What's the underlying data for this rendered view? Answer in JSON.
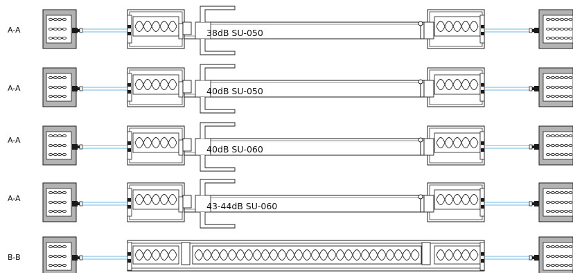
{
  "sections": [
    {
      "section_label": "A-A",
      "spec_label": "38dB SU-050",
      "type": "door"
    },
    {
      "section_label": "A-A",
      "spec_label": "40dB SU-050",
      "type": "door"
    },
    {
      "section_label": "A-A",
      "spec_label": "40dB SU-060",
      "type": "door"
    },
    {
      "section_label": "A-A",
      "spec_label": "43-44dB SU-060",
      "type": "door"
    },
    {
      "section_label": "B-B",
      "spec_label": "",
      "type": "fixed"
    }
  ],
  "colors": {
    "line": "#1a1a1a",
    "wall_fill": "#b3b3b3",
    "glass": "#6fb8e6",
    "insulation": "#222222",
    "background": "#ffffff"
  }
}
